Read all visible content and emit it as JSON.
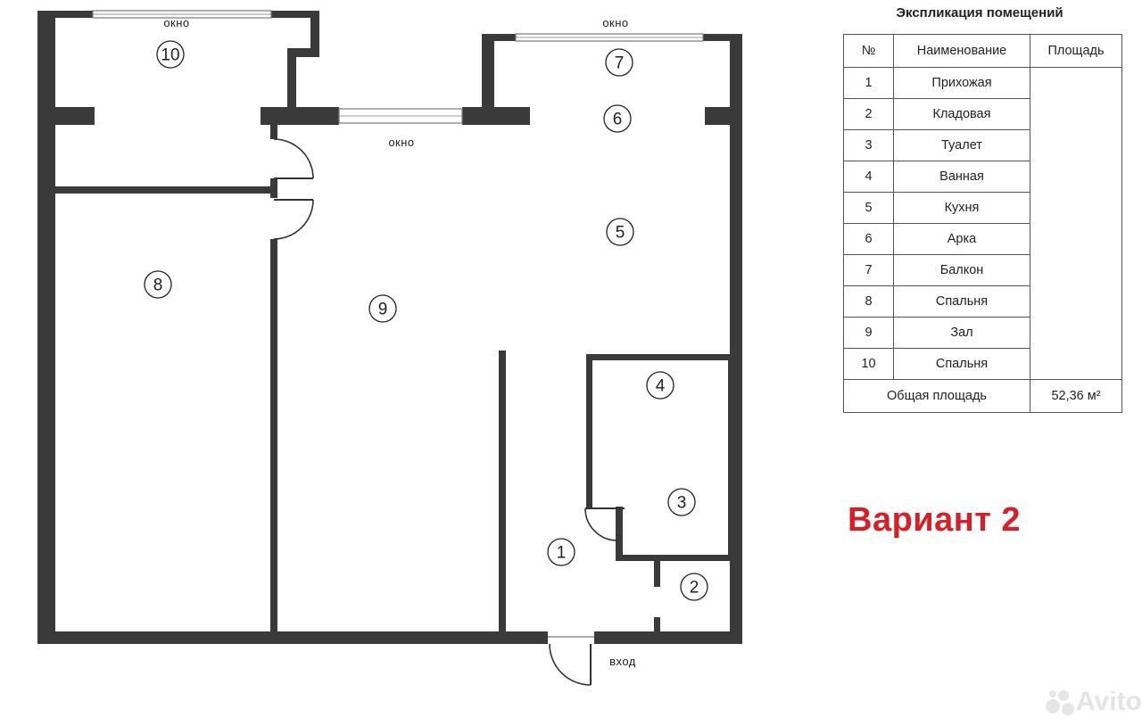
{
  "plan": {
    "window_label": "окно",
    "entrance_label": "вход",
    "rooms": [
      "1",
      "2",
      "3",
      "4",
      "5",
      "6",
      "7",
      "8",
      "9",
      "10"
    ]
  },
  "explication": {
    "title": "Экспликация помещений",
    "headers": {
      "num": "№",
      "name": "Наименование",
      "area": "Площадь"
    },
    "rows": [
      {
        "num": "1",
        "name": "Прихожая"
      },
      {
        "num": "2",
        "name": "Кладовая"
      },
      {
        "num": "3",
        "name": "Туалет"
      },
      {
        "num": "4",
        "name": "Ванная"
      },
      {
        "num": "5",
        "name": "Кухня"
      },
      {
        "num": "6",
        "name": "Арка"
      },
      {
        "num": "7",
        "name": "Балкон"
      },
      {
        "num": "8",
        "name": "Спальня"
      },
      {
        "num": "9",
        "name": "Зал"
      },
      {
        "num": "10",
        "name": "Спальня"
      }
    ],
    "total_label": "Общая площадь",
    "total_value": "52,36 м²"
  },
  "variant_label": "Вариант 2",
  "watermark": "Avito",
  "colors": {
    "wall": "#3a3a3a",
    "variant_text": "#d61f26"
  }
}
